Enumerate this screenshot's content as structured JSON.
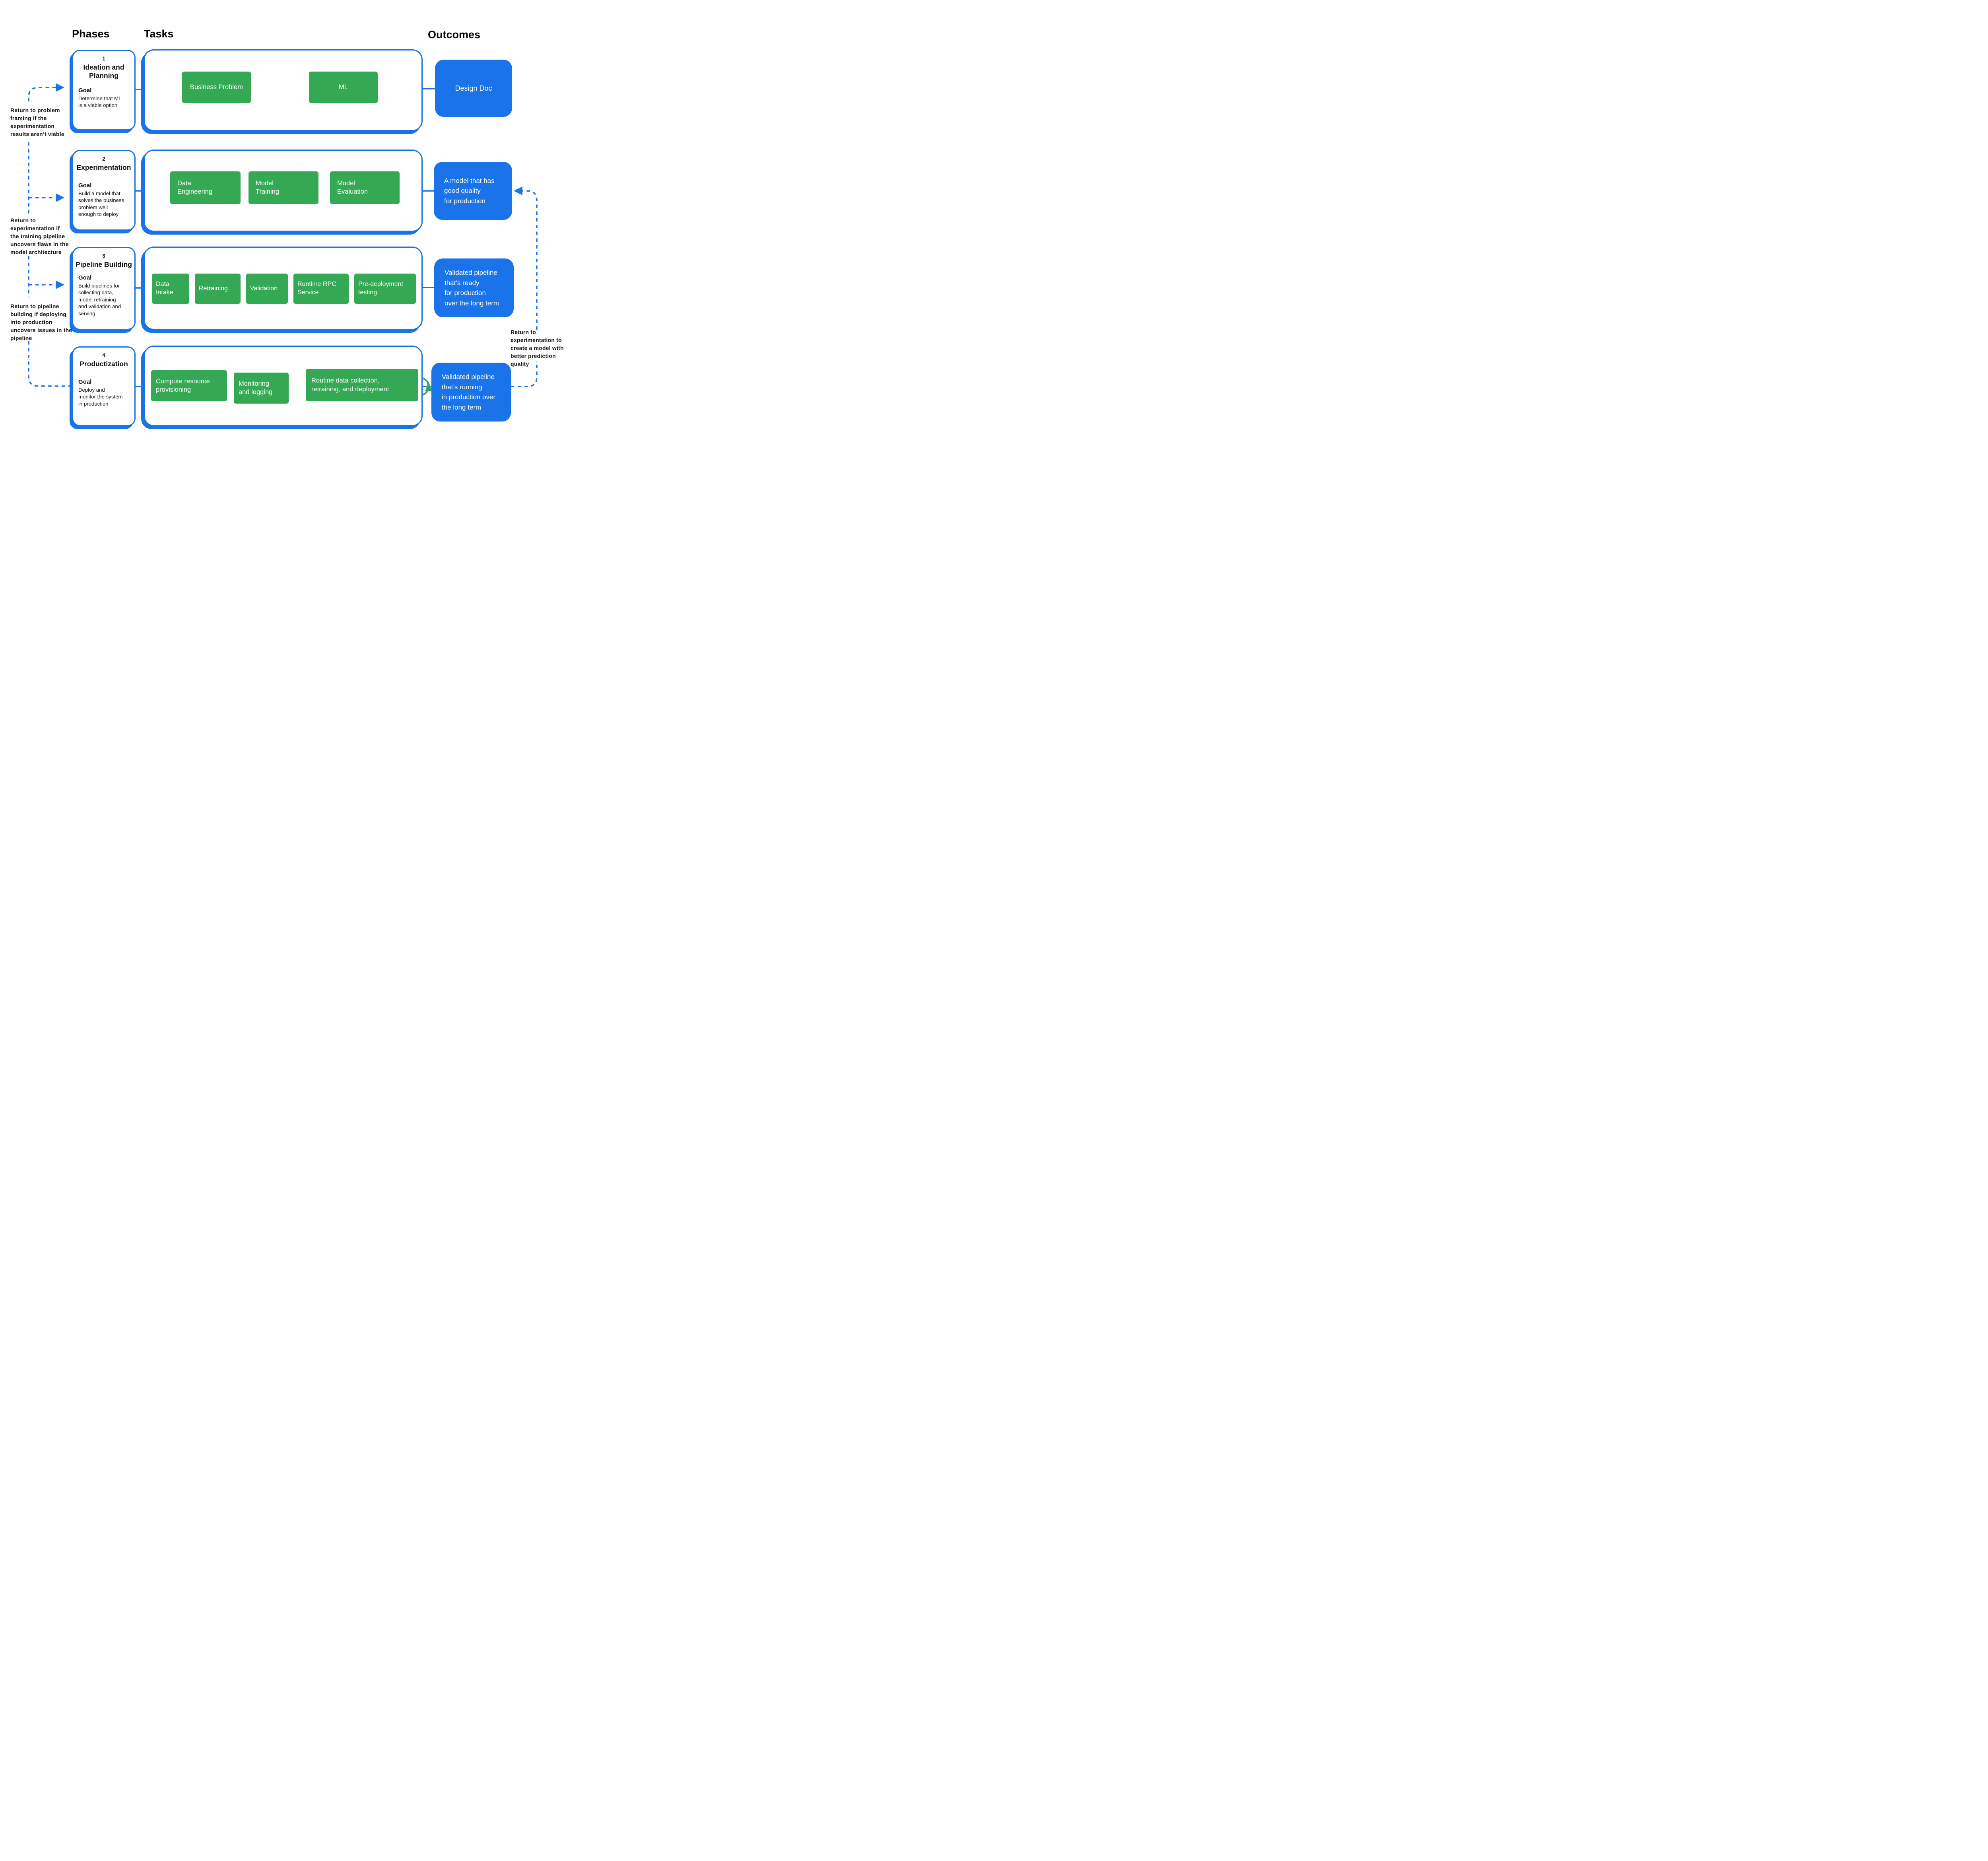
{
  "headers": {
    "phases": "Phases",
    "tasks": "Tasks",
    "outcomes": "Outcomes"
  },
  "colors": {
    "blue": "#1a73e8",
    "green": "#34a853"
  },
  "phases": [
    {
      "number": "1",
      "title": "Ideation and\nPlanning",
      "goal_label": "Goal",
      "goal": "Determine that ML\nis a viable option"
    },
    {
      "number": "2",
      "title": "Experimentation",
      "goal_label": "Goal",
      "goal": "Build a model that\nsolves the business\nproblem well\nenough to deploy"
    },
    {
      "number": "3",
      "title": "Pipeline Building",
      "goal_label": "Goal",
      "goal": "Build pipelines for\ncollecting data,\nmodel retraining\nand validation and\nserving"
    },
    {
      "number": "4",
      "title": "Productization",
      "goal_label": "Goal",
      "goal": "Deploy and\nmonitor the system\nin production"
    }
  ],
  "tasks": {
    "row1": [
      "Business Problem",
      "ML"
    ],
    "row2": [
      "Data\nEngineering",
      "Model\nTraining",
      "Model\nEvaluation"
    ],
    "row3": [
      "Data\nIntake",
      "Retraining",
      "Validation",
      "Runtime RPC\nService",
      "Pre-deployment\ntesting"
    ],
    "row4": [
      "Compute  resource\nprovisioning",
      "Monitoring\nand logging",
      "Routine data collection,\nretraining, and deployment"
    ]
  },
  "outcomes": [
    "Design Doc",
    "A model that has\ngood quality\nfor production",
    "Validated pipeline\nthat’s ready\nfor production\nover the long term",
    "Validated pipeline\nthat’s running\nin production over\nthe long term"
  ],
  "annotations": {
    "left1": "Return to problem\nframing if the\nexperimentation\nresults aren’t viable",
    "left2": "Return to\nexperimentation if\nthe training pipeline\nuncovers flaws in the\nmodel architecture",
    "left3": "Return to pipeline\nbuilding if deploying\ninto production\nuncovers issues in the\npipeline",
    "right1": "Return to\nexperimentation to\ncreate a model with\nbetter prediction\nquality"
  }
}
